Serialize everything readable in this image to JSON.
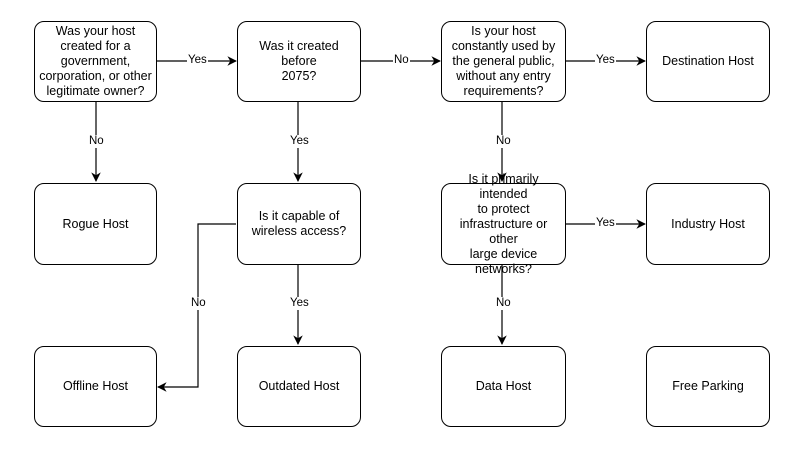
{
  "nodes": {
    "q_owner": "Was your host\ncreated for a\ngovernment,\ncorporation, or other\nlegitimate owner?",
    "q_before2075": "Was it created before\n2075?",
    "q_public": "Is your host\nconstantly used by\nthe general public,\nwithout any entry\nrequirements?",
    "destination": "Destination Host",
    "rogue": "Rogue Host",
    "q_wireless": "Is it capable of\nwireless access?",
    "q_infrastructure": "Is it primarily intended\nto protect\ninfrastructure or other\nlarge device\nnetworks?",
    "industry": "Industry Host",
    "offline": "Offline Host",
    "outdated": "Outdated Host",
    "data_host": "Data Host",
    "free_parking": "Free Parking"
  },
  "edges": {
    "owner_yes": "Yes",
    "before_no": "No",
    "public_yes": "Yes",
    "owner_no": "No",
    "before_yes": "Yes",
    "public_no": "No",
    "infra_yes": "Yes",
    "wireless_no": "No",
    "wireless_yes": "Yes",
    "infra_no": "No"
  }
}
